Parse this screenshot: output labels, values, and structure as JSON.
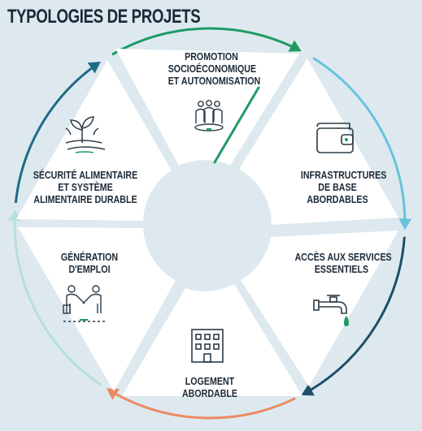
{
  "title": "TYPOLOGIES DE PROJETS",
  "segments": [
    {
      "name": "promotion",
      "lines": [
        "PROMOTION",
        "SOCIOÉCONOMIQUE",
        "ET AUTONOMISATION"
      ],
      "color": "#1f9a63",
      "icon": "people-group-icon"
    },
    {
      "name": "infrastructures",
      "lines": [
        "INFRASTRUCTURES",
        "DE BASE",
        "ABORDABLES"
      ],
      "color": "#67c3dd",
      "icon": "wallet-icon"
    },
    {
      "name": "services",
      "lines": [
        "ACCÈS AUX SERVICES",
        "ESSENTIELS"
      ],
      "color": "#1d4f67",
      "icon": "water-tap-icon"
    },
    {
      "name": "logement",
      "lines": [
        "LOGEMENT",
        "ABORDABLE"
      ],
      "color": "#ec8a63",
      "icon": "building-icon"
    },
    {
      "name": "emploi",
      "lines": [
        "GÉNÉRATION",
        "D'EMPLOI"
      ],
      "color": "#b6e0d7",
      "icon": "handshake-icon"
    },
    {
      "name": "securite",
      "lines": [
        "SÉCURITÉ ALIMENTAIRE",
        "ET SYSTÈME",
        "ALIMENTAIRE DURABLE"
      ],
      "color": "#1e6a86",
      "icon": "sprout-icon"
    }
  ]
}
